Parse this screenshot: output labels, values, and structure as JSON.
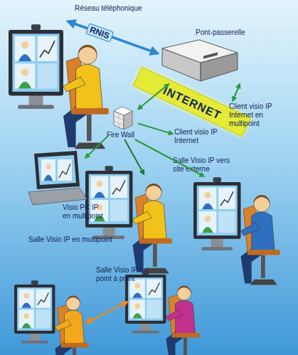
{
  "diagram": {
    "nodes": [
      {
        "text": [
          "Réseau téléphonique"
        ]
      },
      {
        "text": [
          "Pont-passerelle"
        ]
      },
      {
        "text": [
          "INTERNET"
        ]
      },
      {
        "text": [
          "Client visio IP Internet en multipoint"
        ]
      },
      {
        "text": [
          "Fire Wall"
        ]
      },
      {
        "text": [
          "Client visio IP Internet"
        ]
      },
      {
        "text": [
          "Salle Visio IP vers site externe"
        ]
      },
      {
        "text": [
          "Visio PC IP en multipoint"
        ]
      },
      {
        "text": [
          "Salle Visio IP en multipoint"
        ]
      },
      {
        "text": [
          "Salle Visio IP en point à point"
        ]
      }
    ],
    "edges": [
      {
        "from": 0,
        "to": 1,
        "label": "RNIS",
        "arrow": "both"
      },
      {
        "from": 1,
        "to": 3,
        "arrow": "both"
      },
      {
        "from": 1,
        "to": 4,
        "arrow": "both"
      },
      {
        "from": 4,
        "to": 5,
        "arrow": "to"
      },
      {
        "from": 4,
        "to": 6,
        "arrow": "to"
      },
      {
        "from": 4,
        "to": 7,
        "arrow": "to"
      },
      {
        "from": 4,
        "to": 8,
        "arrow": "to"
      }
    ]
  }
}
